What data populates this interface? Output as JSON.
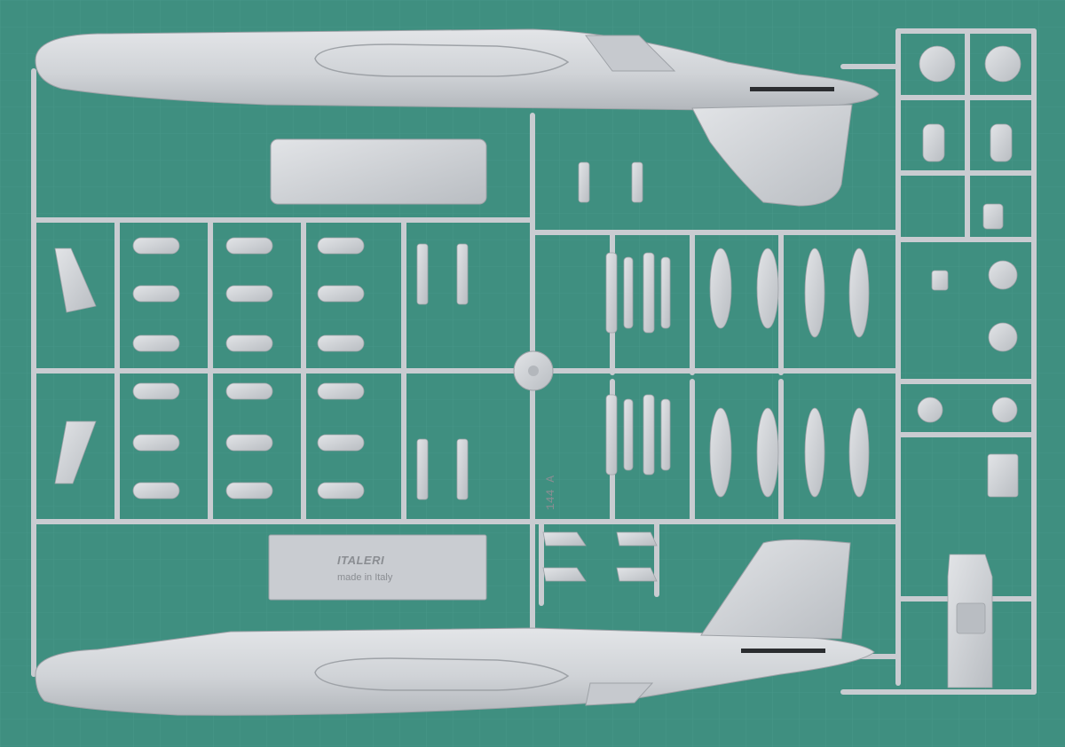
{
  "photo": {
    "subject": "plastic model kit sprue on a green cutting mat",
    "colors": {
      "mat": "#3f8f80",
      "plastic": "#cfd2d6",
      "plastic_shadow": "#a9adb2",
      "plastic_highlight": "#e4e6e9",
      "detail": "#8a8d92"
    }
  },
  "labels": {
    "brand": "ITALERI",
    "made_in": "made in Italy",
    "sprue_code": "144 A"
  }
}
